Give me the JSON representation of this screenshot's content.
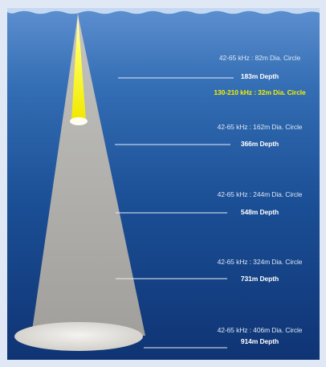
{
  "colors": {
    "water_top": "#5d8fd0",
    "water_bottom": "#0f3474",
    "wide_beam": "#b8b4ad",
    "narrow_beam": "#ffff33",
    "label_text": "#dbe6f5",
    "depth_text": "#ffffff",
    "high_frequency_text": "#f4f000"
  },
  "high_frequency_beam": {
    "label": "130-210 kHz : 32m Dia. Circle"
  },
  "depth_markers": [
    {
      "spec": "42-65 kHz : 82m Dia. Circle",
      "depth": "183m Depth"
    },
    {
      "spec": "42-65 kHz : 162m Dia. Circle",
      "depth": "366m Depth"
    },
    {
      "spec": "42-65 kHz : 244m Dia. Circle",
      "depth": "548m Depth"
    },
    {
      "spec": "42-65 kHz : 324m Dia. Circle",
      "depth": "731m Depth"
    },
    {
      "spec": "42-65 kHz : 406m Dia. Circle",
      "depth": "914m Depth"
    }
  ]
}
